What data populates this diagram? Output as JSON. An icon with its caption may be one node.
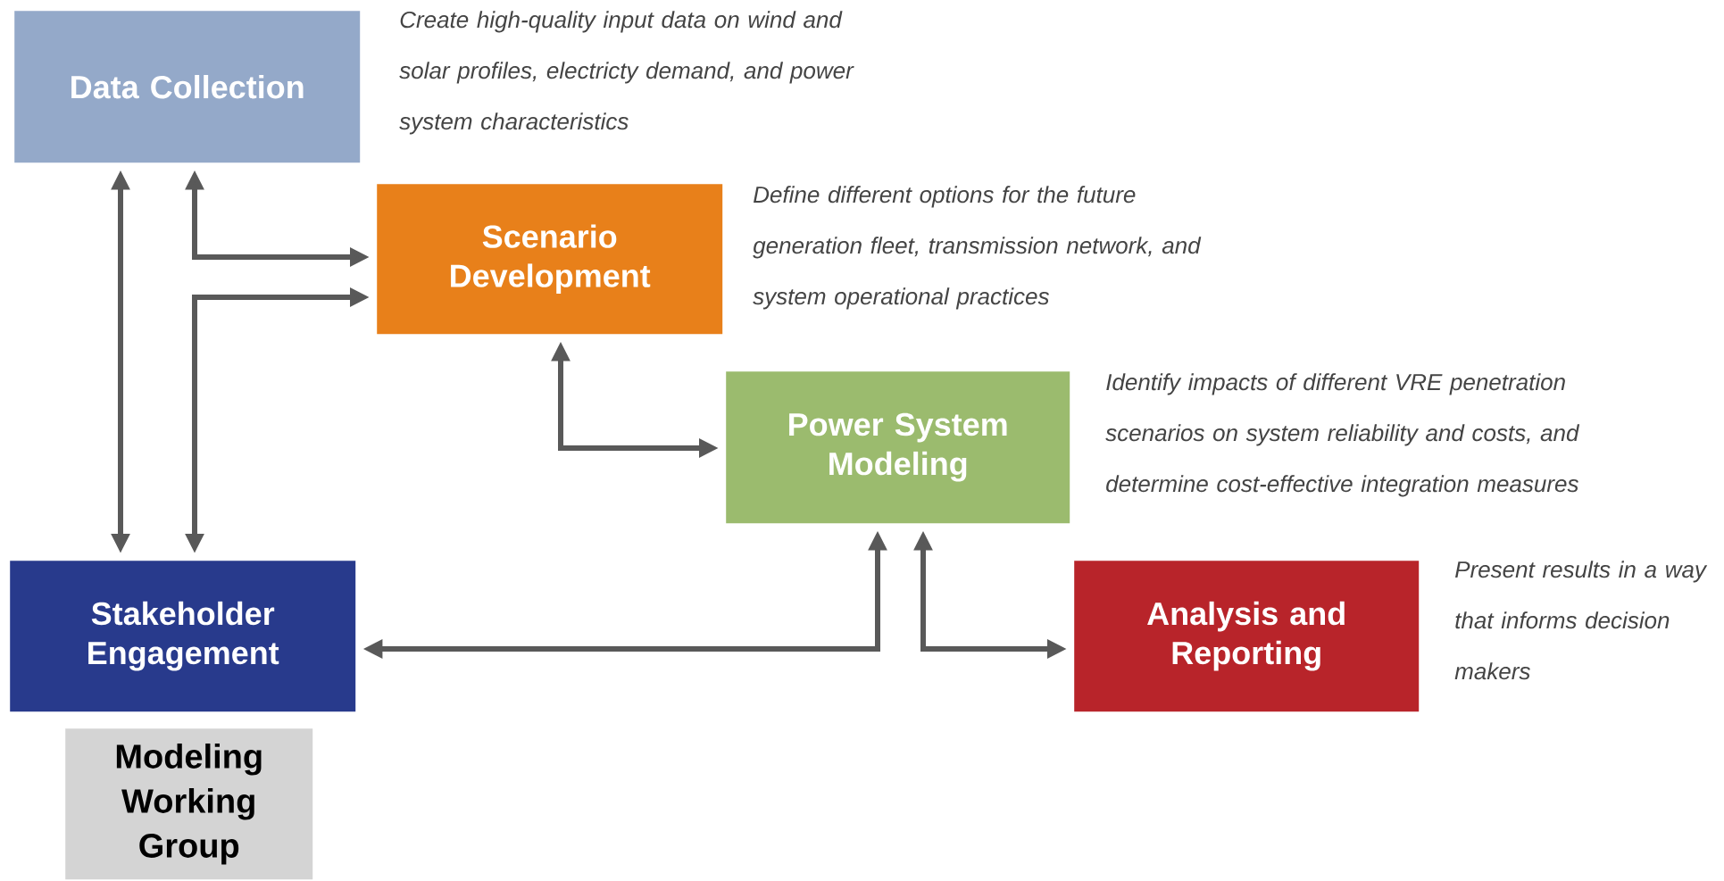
{
  "diagram": {
    "nodes": [
      {
        "text": [
          "Data Collection"
        ],
        "beside": [
          "Create high-quality input data on wind and solar profiles, electricty demand, and power system characteristics"
        ]
      },
      {
        "text": [
          "Scenario Development"
        ],
        "beside": [
          "Define different options for the future generation fleet, transmission network, and system operational practices"
        ]
      },
      {
        "text": [
          "Power System Modeling"
        ],
        "beside": [
          "Identify impacts of different VRE penetration scenarios on system reliability and costs, and determine cost-effective integration measures"
        ]
      },
      {
        "text": [
          "Stakeholder Engagement"
        ]
      },
      {
        "text": [
          "Analysis and Reporting"
        ],
        "beside": [
          "Present results in a way that informs decision makers"
        ]
      },
      {
        "text": [
          "Modeling Working Group"
        ]
      }
    ],
    "edges": [
      {
        "from": 0,
        "to": 3,
        "arrow": "both"
      },
      {
        "from": 0,
        "to": 1,
        "arrow": "both"
      },
      {
        "from": 3,
        "to": 1,
        "arrow": "both"
      },
      {
        "from": 1,
        "to": 2,
        "arrow": "both"
      },
      {
        "from": 3,
        "to": 2,
        "arrow": "both"
      },
      {
        "from": 2,
        "to": 4,
        "arrow": "both"
      }
    ]
  }
}
